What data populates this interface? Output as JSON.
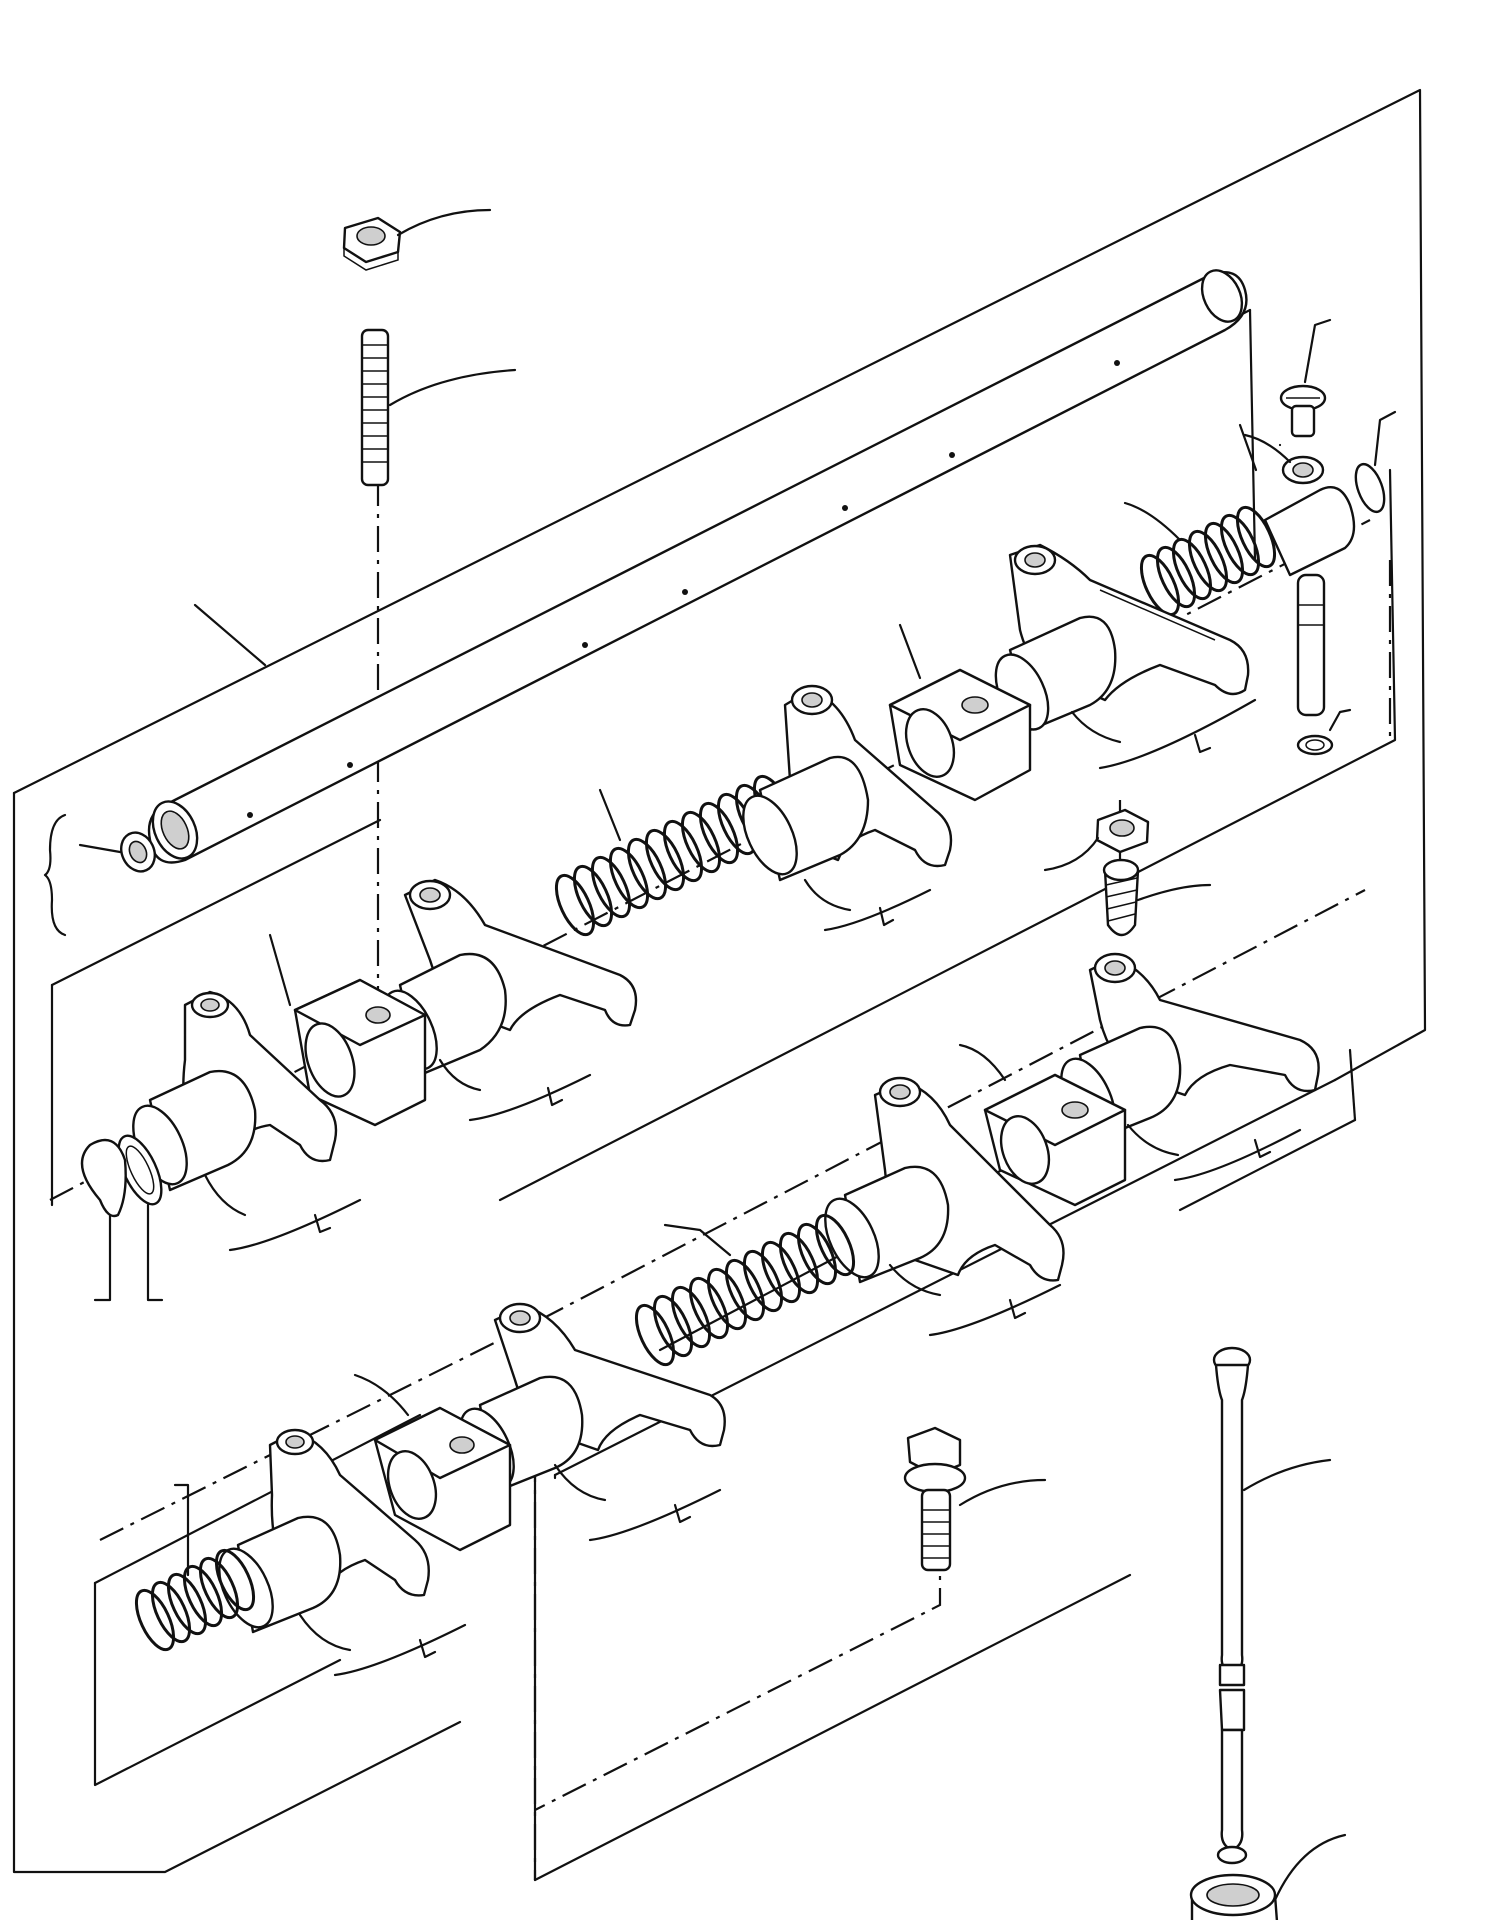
{
  "diagram": {
    "description_free": true,
    "parts": [
      {
        "name": "nut"
      },
      {
        "name": "stud"
      },
      {
        "name": "rocker-shaft"
      },
      {
        "name": "plug"
      },
      {
        "name": "rocker-arm"
      },
      {
        "name": "support-bracket"
      },
      {
        "name": "spacer"
      },
      {
        "name": "spring"
      },
      {
        "name": "circlip"
      },
      {
        "name": "washer"
      },
      {
        "name": "oil-feed-fitting"
      },
      {
        "name": "fitting-screw"
      },
      {
        "name": "seal-ring"
      },
      {
        "name": "adjusting-screw"
      },
      {
        "name": "screw-nut"
      },
      {
        "name": "flange-bolt"
      },
      {
        "name": "push-rod"
      },
      {
        "name": "tappet"
      }
    ]
  }
}
